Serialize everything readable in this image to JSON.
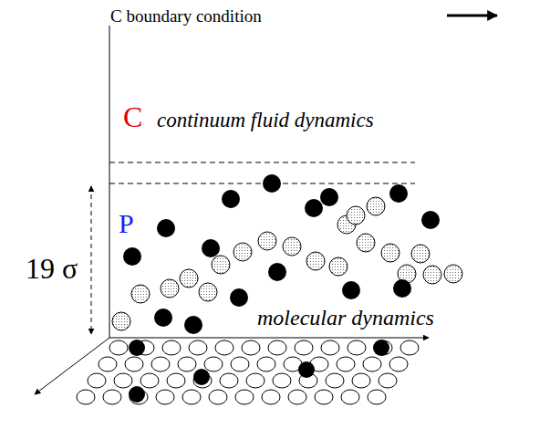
{
  "diagram": {
    "labels": [
      "C boundary condition",
      "C",
      "continuum fluid dynamics",
      "P",
      "19 σ",
      "molecular dynamics"
    ]
  }
}
